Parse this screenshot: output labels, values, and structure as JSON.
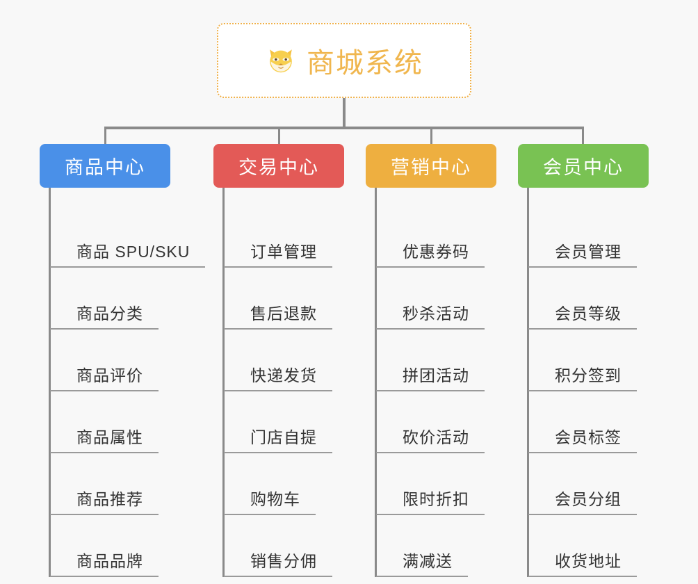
{
  "background_color": "#f8f8f8",
  "root": {
    "icon": "shiba-dog-face-emoji",
    "title": "商城系统",
    "text_color": "#f0b64e",
    "border_color": "#f0b14a"
  },
  "connector_color": "#8a8a8a",
  "columns": [
    {
      "id": "product-center",
      "title": "商品中心",
      "color": "#4a90e8",
      "items": [
        "商品 SPU/SKU",
        "商品分类",
        "商品评价",
        "商品属性",
        "商品推荐",
        "商品品牌"
      ]
    },
    {
      "id": "trade-center",
      "title": "交易中心",
      "color": "#e35a57",
      "items": [
        "订单管理",
        "售后退款",
        "快递发货",
        "门店自提",
        "购物车",
        "销售分佣"
      ]
    },
    {
      "id": "marketing-center",
      "title": "营销中心",
      "color": "#eeaf40",
      "items": [
        "优惠券码",
        "秒杀活动",
        "拼团活动",
        "砍价活动",
        "限时折扣",
        "满减送"
      ]
    },
    {
      "id": "member-center",
      "title": "会员中心",
      "color": "#79c253",
      "items": [
        "会员管理",
        "会员等级",
        "积分签到",
        "会员标签",
        "会员分组",
        "收货地址"
      ]
    }
  ]
}
